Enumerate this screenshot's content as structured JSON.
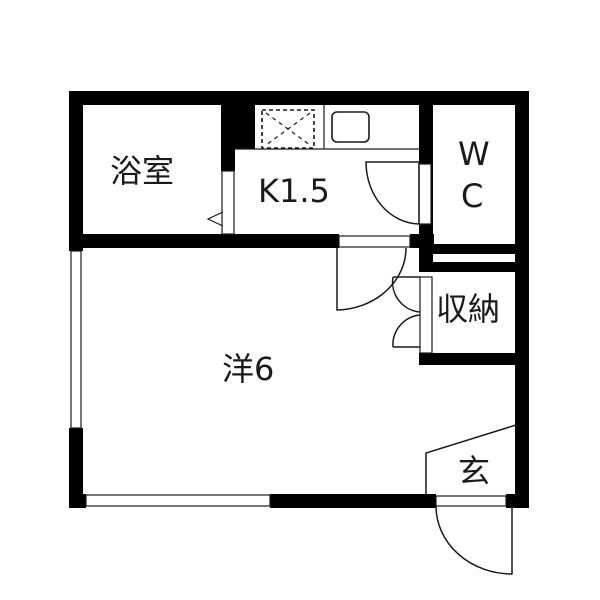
{
  "floorplan": {
    "rooms": [
      {
        "id": "bath",
        "label": "浴室"
      },
      {
        "id": "kitchen",
        "label": "K1.5"
      },
      {
        "id": "wc_line1",
        "label": "W"
      },
      {
        "id": "wc_line2",
        "label": "C"
      },
      {
        "id": "storage",
        "label": "収納"
      },
      {
        "id": "western",
        "label": "洋6"
      },
      {
        "id": "entrance",
        "label": "玄"
      }
    ],
    "colors": {
      "wall": "#000000",
      "background": "#ffffff",
      "line": "#1a1a1a"
    }
  }
}
